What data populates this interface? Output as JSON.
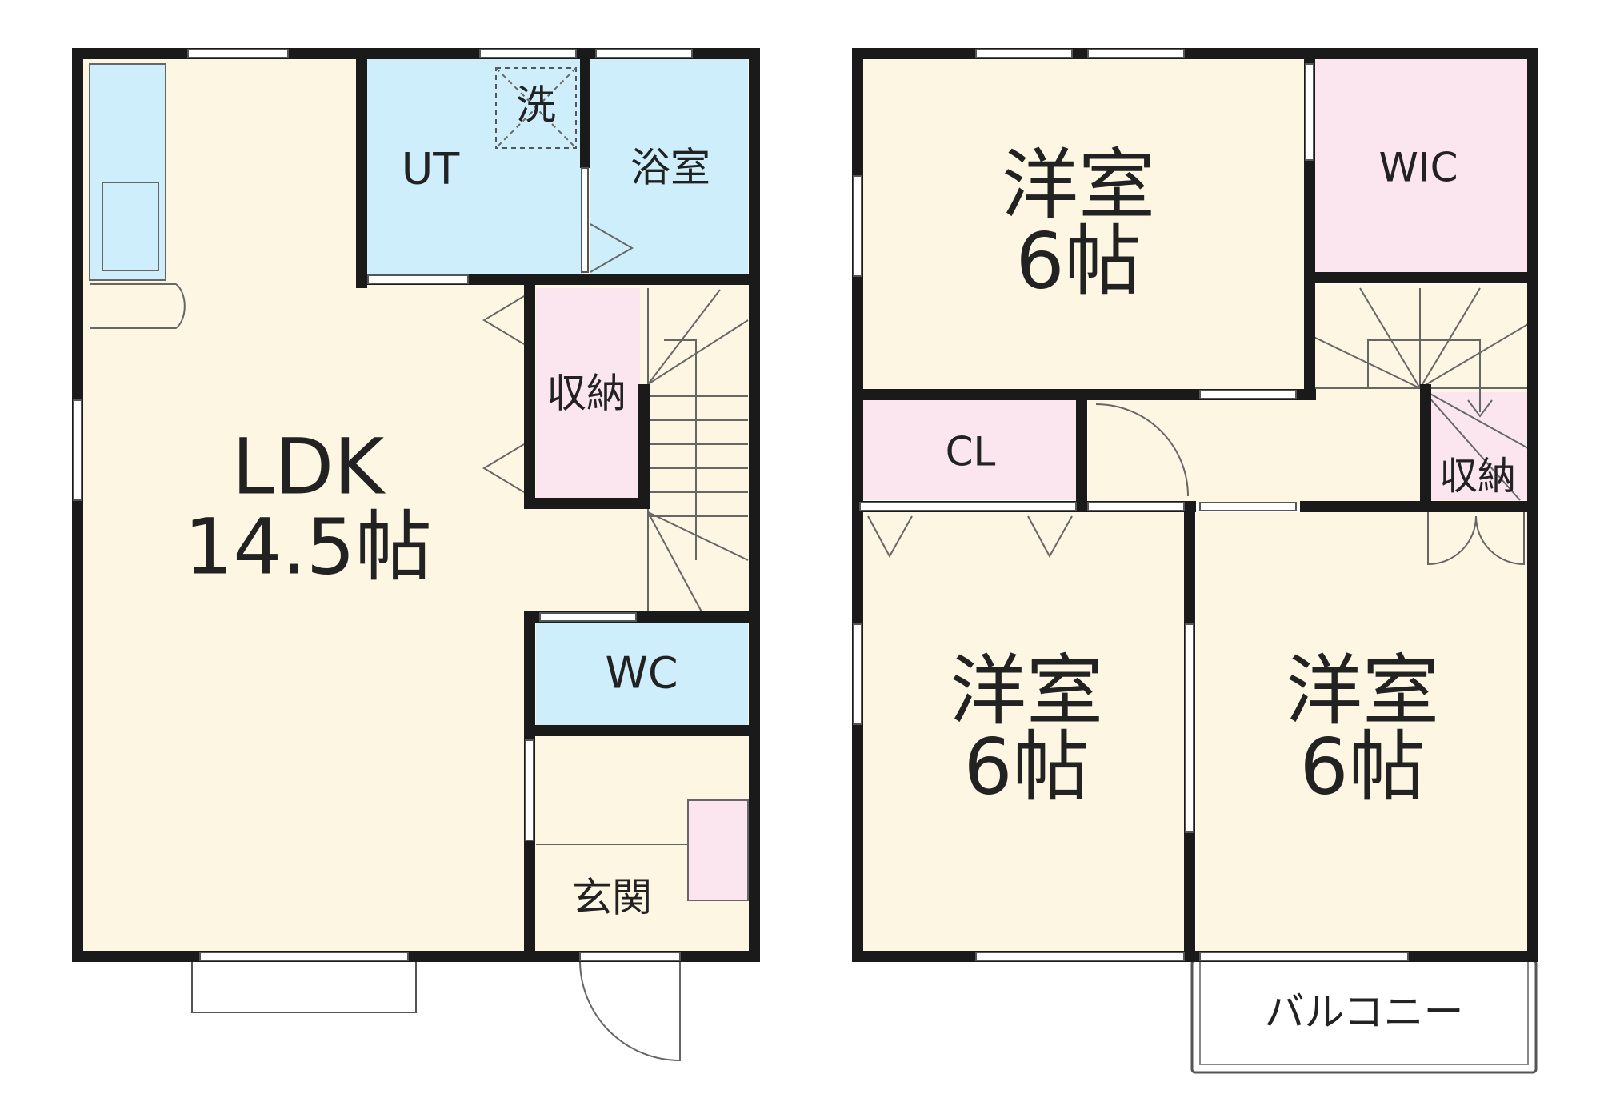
{
  "colors": {
    "floor": "#fdf6e3",
    "wet": "#cdeefa",
    "storage": "#fbe6ef",
    "wall": "#1a1a1a"
  },
  "floor1": {
    "ldk": {
      "name": "LDK",
      "size": "14.5帖"
    },
    "ut": "UT",
    "washer": "洗",
    "bath": "浴室",
    "storage": "収納",
    "wc": "WC",
    "entrance": "玄関"
  },
  "floor2": {
    "room_a": {
      "name": "洋室",
      "size": "6帖"
    },
    "wic": "WIC",
    "cl": "CL",
    "storage": "収納",
    "room_b": {
      "name": "洋室",
      "size": "6帖"
    },
    "room_c": {
      "name": "洋室",
      "size": "6帖"
    },
    "balcony": "バルコニー"
  }
}
